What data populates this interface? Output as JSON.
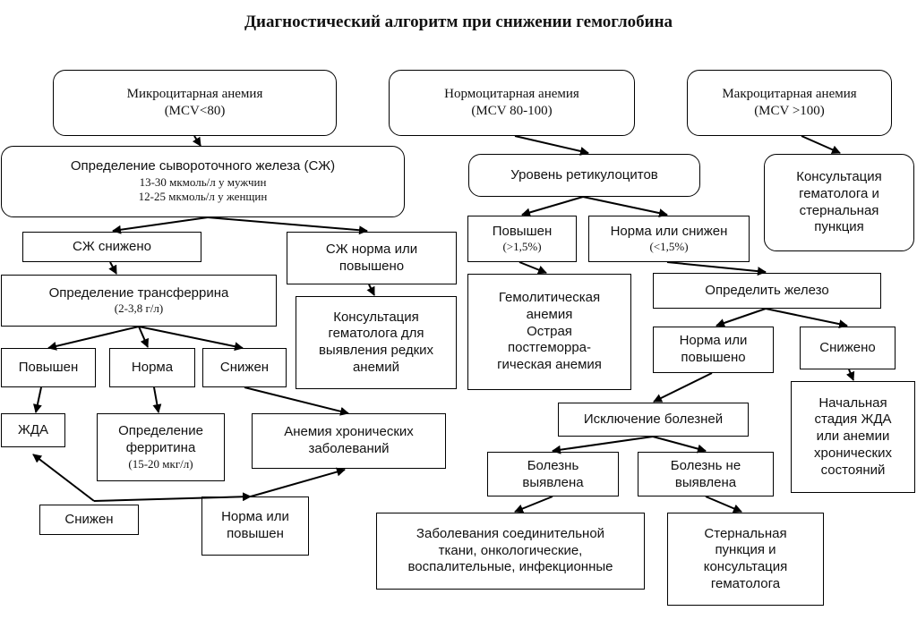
{
  "title": "Диагностический алгоритм при снижении гемоглобина",
  "nodes": {
    "micro": {
      "line1": "Микроцитарная анемия",
      "line2": "(MCV<80)"
    },
    "normo": {
      "line1": "Нормоцитарная анемия",
      "line2": "(MCV 80-100)"
    },
    "macro": {
      "line1": "Макроцитарная анемия",
      "line2": "(MCV >100)"
    },
    "serum_iron": {
      "line1": "Определение сывороточного железа (СЖ)",
      "line2": "13-30 мкмоль/л у мужчин",
      "line3": "12-25 мкмоль/л у женщин"
    },
    "retic": {
      "line1": "Уровень ретикулоцитов"
    },
    "macro_consult": {
      "line1": "Консультация",
      "line2": "гематолога и",
      "line3": "стернальная",
      "line4": "пункция"
    },
    "iron_low": {
      "line1": "СЖ снижено"
    },
    "iron_normal": {
      "line1": "СЖ норма или",
      "line2": "повышено"
    },
    "retic_high": {
      "line1": "Повышен",
      "line2": "(>1,5%)"
    },
    "retic_normal": {
      "line1": "Норма или снижен",
      "line2": "(<1,5%)"
    },
    "transferrin": {
      "line1": "Определение трансферрина",
      "line2": "(2-3,8 г/л)"
    },
    "rare_consult": {
      "line1": "Консультация",
      "line2": "гематолога для",
      "line3": "выявления редких",
      "line4": "анемий"
    },
    "hemolytic": {
      "line1": "Гемолитическая",
      "line2": "анемия",
      "line3": "Острая",
      "line4": "постгеморра-",
      "line5": "гическая анемия"
    },
    "det_iron": {
      "line1": "Определить железо"
    },
    "tr_high": {
      "line1": "Повышен"
    },
    "tr_normal": {
      "line1": "Норма"
    },
    "tr_low": {
      "line1": "Снижен"
    },
    "fe_normal": {
      "line1": "Норма или",
      "line2": "повышено"
    },
    "fe_low": {
      "line1": "Снижено"
    },
    "ida": {
      "line1": "ЖДА"
    },
    "ferritin": {
      "line1": "Определение",
      "line2": "ферритина",
      "line3": "(15-20 мкг/л)"
    },
    "chronic": {
      "line1": "Анемия хронических",
      "line2": "заболеваний"
    },
    "early_ida": {
      "line1": "Начальная",
      "line2": "стадия ЖДА",
      "line3": "или анемии",
      "line4": "хронических",
      "line5": "состояний"
    },
    "exclude": {
      "line1": "Исключение болезней"
    },
    "disease_found": {
      "line1": "Болезнь",
      "line2": "выявлена"
    },
    "disease_not_found": {
      "line1": "Болезнь не",
      "line2": "выявлена"
    },
    "fer_low": {
      "line1": "Снижен"
    },
    "fer_normal": {
      "line1": "Норма или",
      "line2": "повышен"
    },
    "diseases": {
      "line1": "Заболевания соединительной",
      "line2": "ткани, онкологические,",
      "line3": "воспалительные, инфекционные"
    },
    "sternal": {
      "line1": "Стернальная",
      "line2": "пункция и",
      "line3": "консультация",
      "line4": "гематолога"
    }
  }
}
